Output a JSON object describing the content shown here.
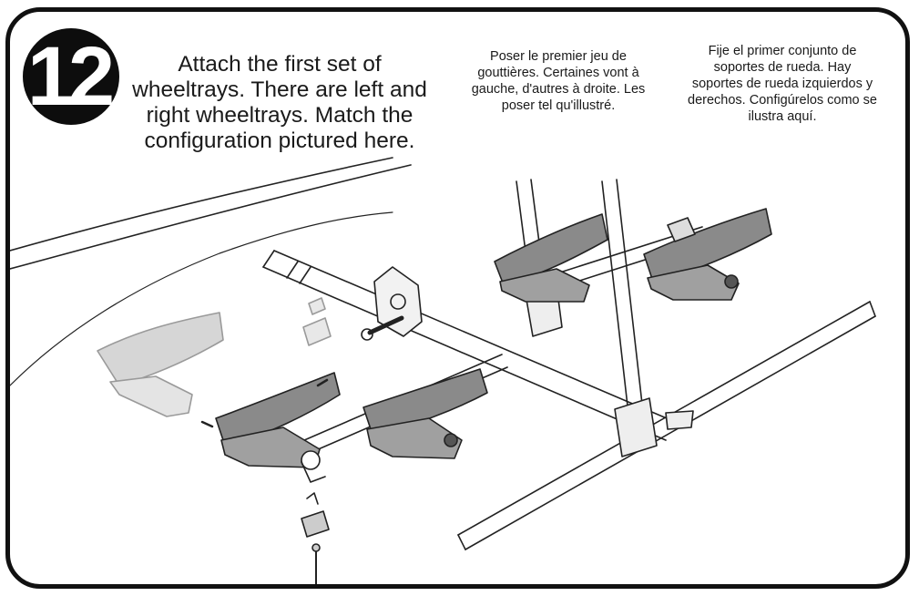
{
  "step": {
    "number": "12"
  },
  "instructions": {
    "english": "Attach the first set of wheeltrays. There are left and right wheeltrays. Match the configuration pictured here.",
    "french": "Poser le premier jeu de gouttières. Certaines vont à gauche, d'autres à droite. Les poser tel qu'illustré.",
    "spanish": "Fije el primer conjunto de soportes de rueda. Hay soportes de rueda izquierdos y derechos. Configúrelos como se ilustra aquí."
  },
  "colors": {
    "frame": "#111111",
    "tray": "#8a8a8a",
    "tray_ghost": "#d6d6d6",
    "line": "#222222"
  }
}
